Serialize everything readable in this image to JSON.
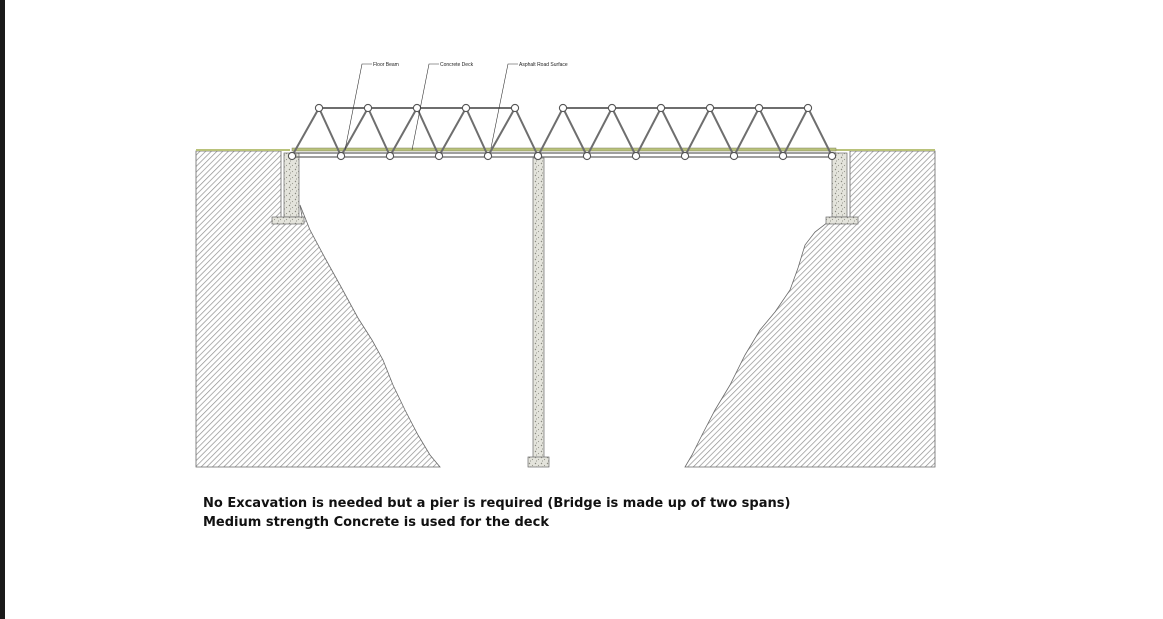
{
  "labels": {
    "floor_beam": "Floor Beam",
    "concrete_deck": "Concrete Deck",
    "asphalt_road_surface": "Asphalt Road Surface"
  },
  "caption": {
    "line1": "No Excavation is needed but a pier is required (Bridge is made up of two spans)",
    "line2": "Medium strength Concrete is used for the deck"
  },
  "colors": {
    "ground_hatch": "#8a8a8a",
    "truss": "#707070",
    "deck_surface": "#b9c27a",
    "concrete_fill": "#d8d8cf",
    "frame_bar": "#1a1a1a"
  }
}
